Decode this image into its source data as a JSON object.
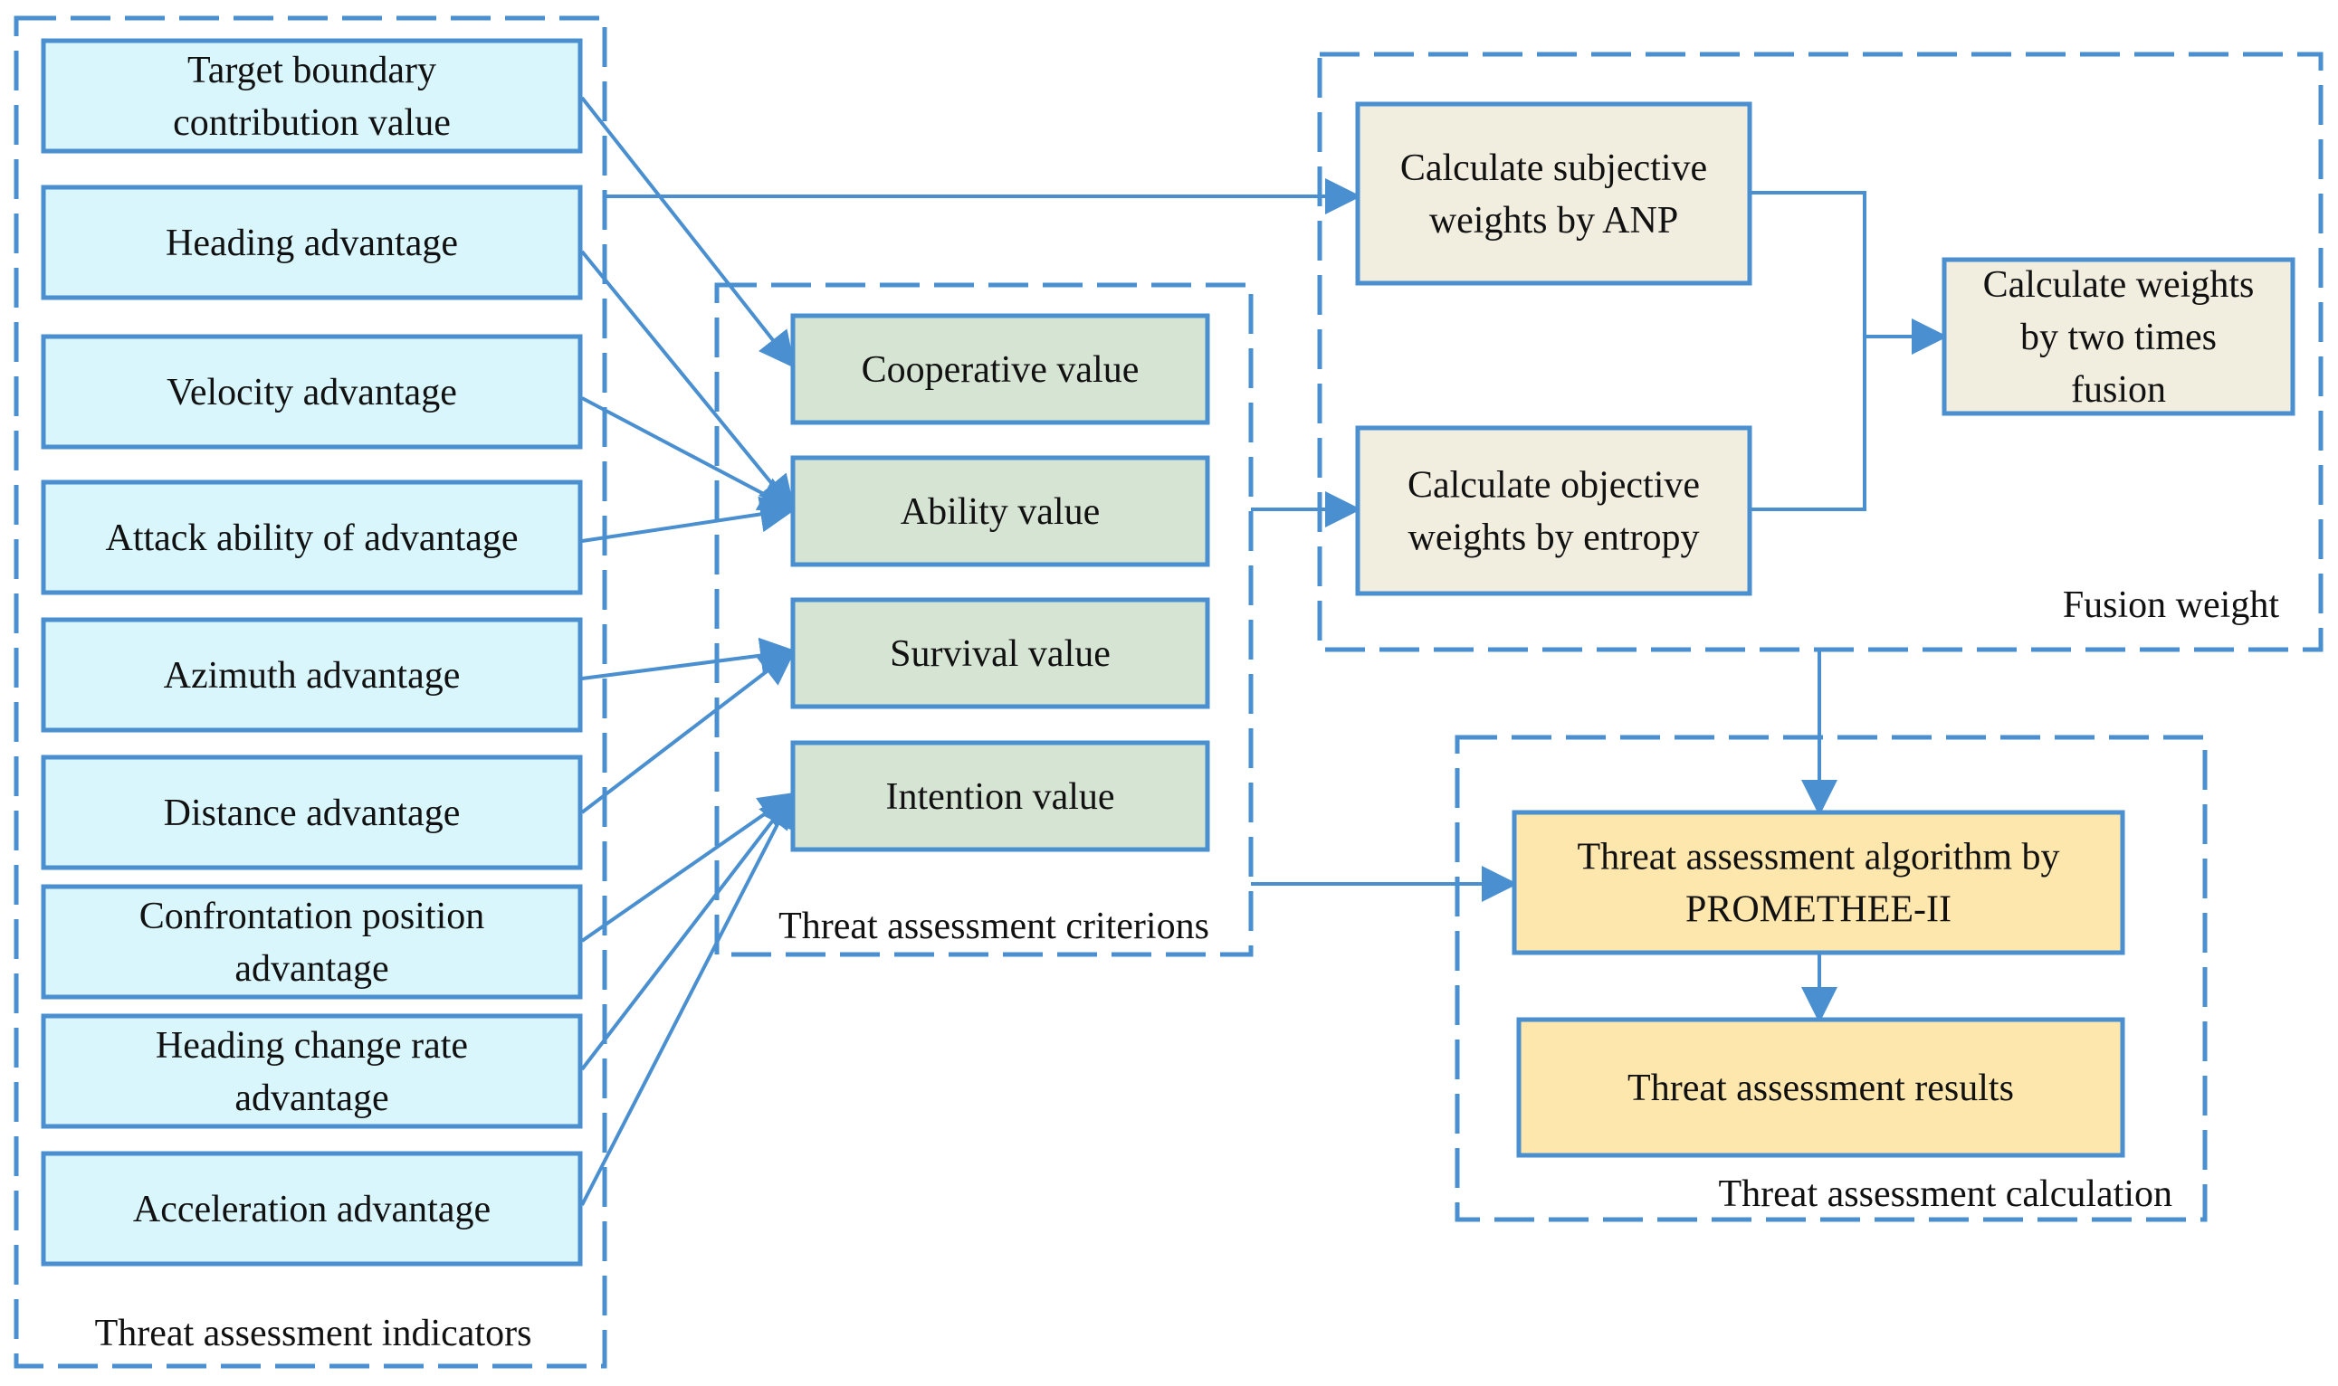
{
  "groups": {
    "indicators": {
      "label": "Threat assessment indicators",
      "fill": "#dff7fc"
    },
    "criterions": {
      "label": "Threat assessment criterions",
      "fill": "#dde7dd"
    },
    "fusion": {
      "label": "Fusion weight",
      "fill": "#f3efe4"
    },
    "calculation": {
      "label": "Threat assessment calculation",
      "fill": "#fde8b2"
    }
  },
  "indicators": [
    {
      "id": "ind-target-boundary",
      "lines": [
        "Target boundary",
        "contribution value"
      ]
    },
    {
      "id": "ind-heading",
      "lines": [
        "Heading advantage"
      ]
    },
    {
      "id": "ind-velocity",
      "lines": [
        "Velocity advantage"
      ]
    },
    {
      "id": "ind-attack",
      "lines": [
        "Attack ability of advantage"
      ]
    },
    {
      "id": "ind-azimuth",
      "lines": [
        "Azimuth advantage"
      ]
    },
    {
      "id": "ind-distance",
      "lines": [
        "Distance advantage"
      ]
    },
    {
      "id": "ind-confrontation",
      "lines": [
        "Confrontation position",
        "advantage"
      ]
    },
    {
      "id": "ind-heading-change",
      "lines": [
        "Heading change rate",
        "advantage"
      ]
    },
    {
      "id": "ind-acceleration",
      "lines": [
        "Acceleration advantage"
      ]
    }
  ],
  "criterions": [
    {
      "id": "crit-cooperative",
      "lines": [
        "Cooperative value"
      ]
    },
    {
      "id": "crit-ability",
      "lines": [
        "Ability value"
      ]
    },
    {
      "id": "crit-survival",
      "lines": [
        "Survival value"
      ]
    },
    {
      "id": "crit-intention",
      "lines": [
        "Intention value"
      ]
    }
  ],
  "fusion": [
    {
      "id": "fus-subjective",
      "lines": [
        "Calculate subjective",
        "weights by ANP"
      ]
    },
    {
      "id": "fus-objective",
      "lines": [
        "Calculate  objective",
        "weights by entropy"
      ]
    },
    {
      "id": "fus-two-times",
      "lines": [
        "Calculate weights",
        "by two times",
        "fusion"
      ]
    }
  ],
  "calculation": [
    {
      "id": "calc-promethee",
      "lines": [
        "Threat assessment algorithm by",
        "PROMETHEE-II"
      ]
    },
    {
      "id": "calc-results",
      "lines": [
        "Threat assessment results"
      ]
    }
  ],
  "colors": {
    "accent": "#4a8fd0",
    "indicator_box": "#d8f6fc",
    "criterion_box": "#d6e4d4",
    "fusion_box": "#f1eddf",
    "calculation_box": "#fde7ad"
  }
}
